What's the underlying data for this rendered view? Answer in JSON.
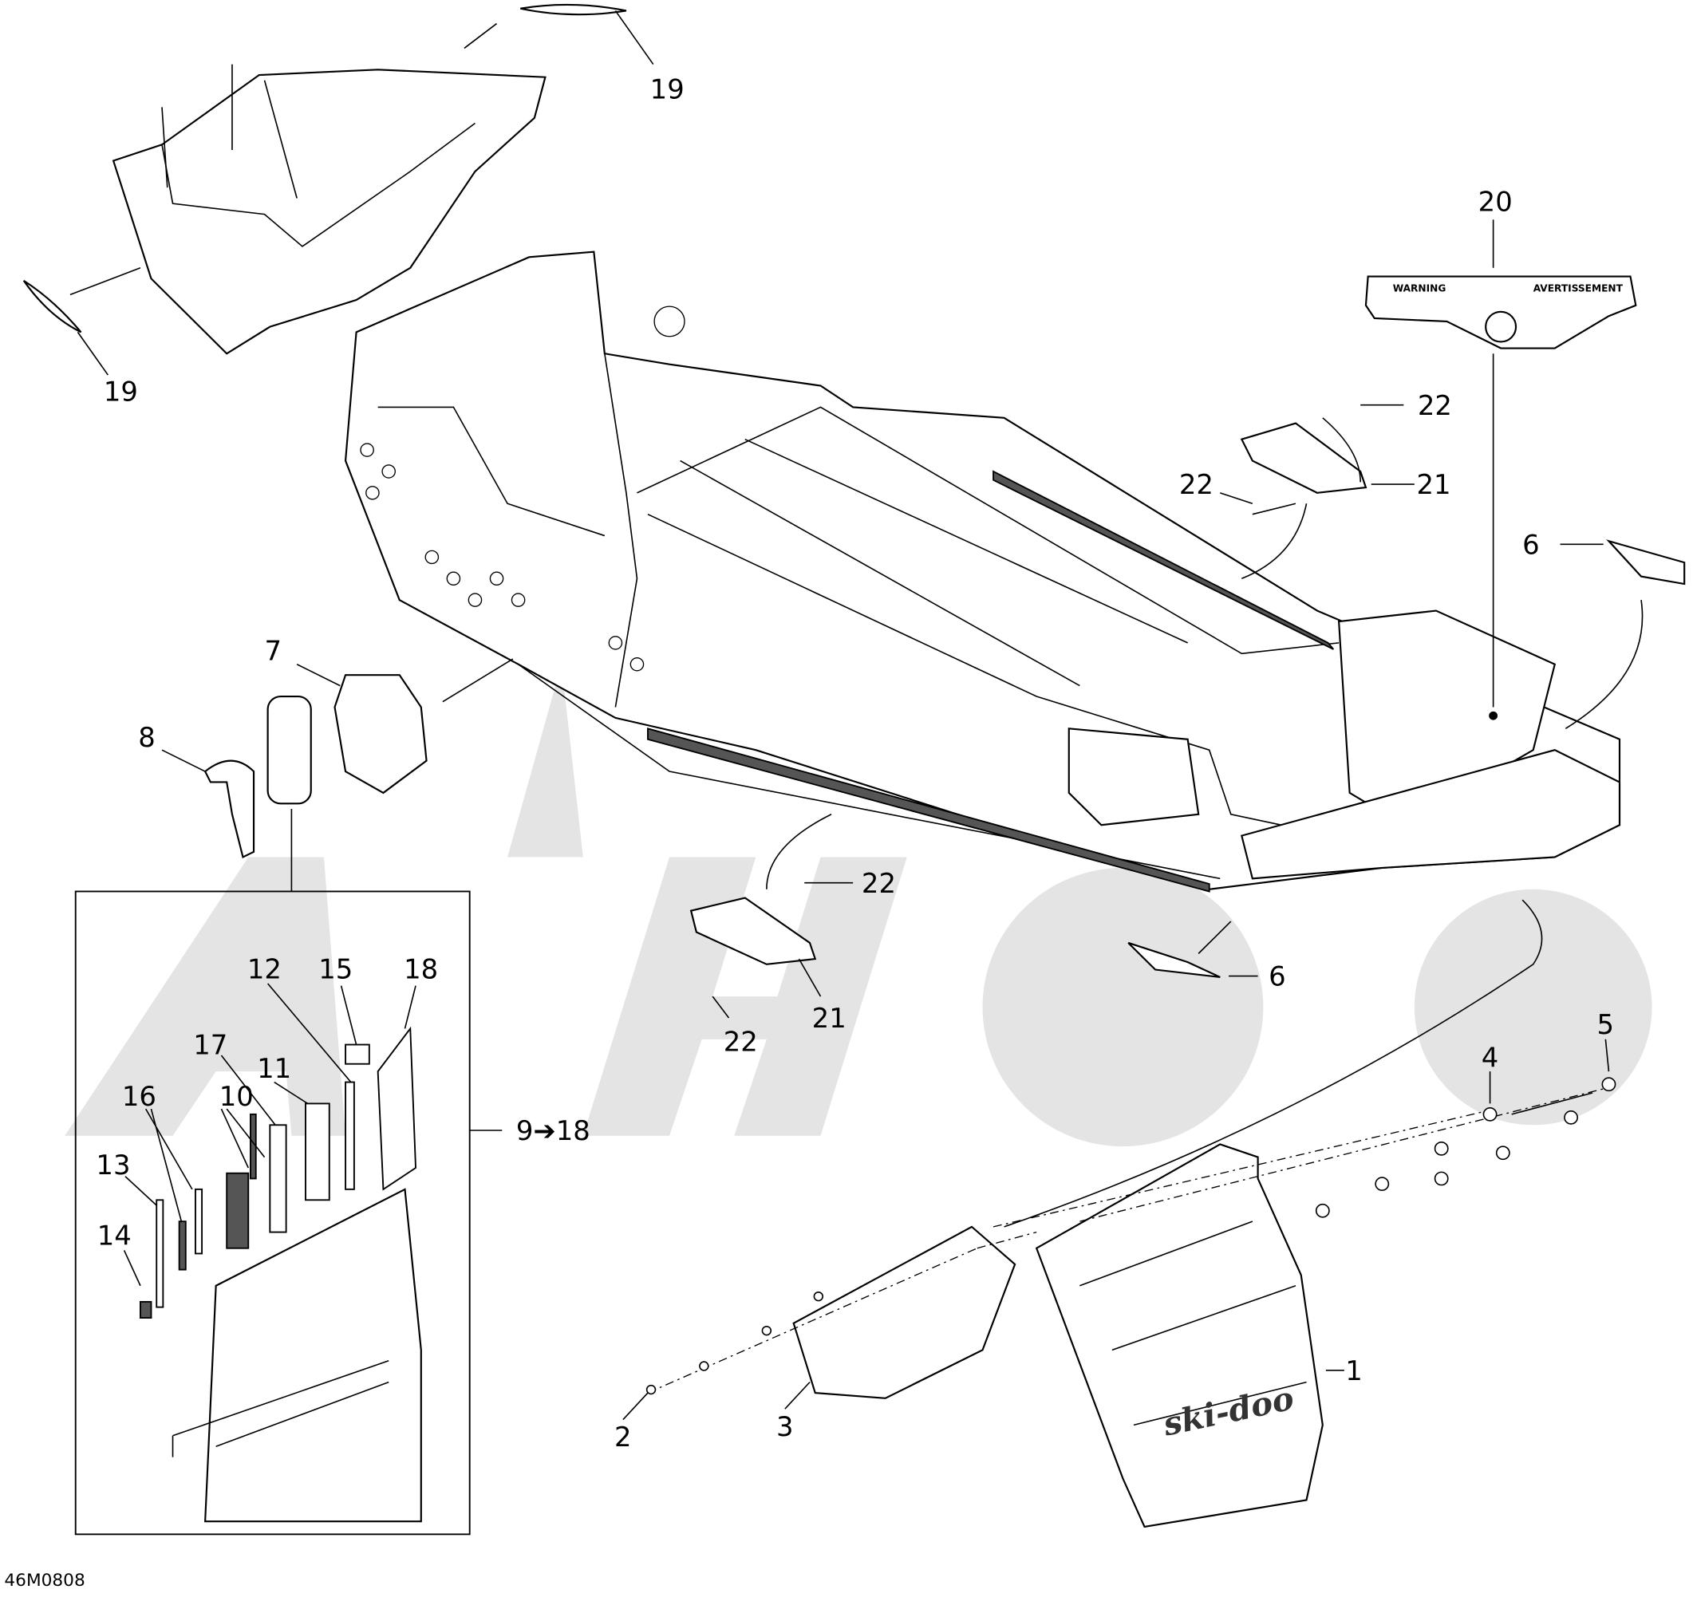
{
  "diagram": {
    "code": "46M0808",
    "callouts": {
      "c19a": "19",
      "c19b": "19",
      "c20": "20",
      "c22a": "22",
      "c22b": "22",
      "c21a": "21",
      "c6a": "6",
      "c7": "7",
      "c8": "8",
      "c22c": "22",
      "c21b": "21",
      "c22d": "22",
      "c6b": "6",
      "c12": "12",
      "c15": "15",
      "c18": "18",
      "c17": "17",
      "c10": "10",
      "c11": "11",
      "c16": "16",
      "c13": "13",
      "c14": "14",
      "c9to18": "9➔18",
      "c5": "5",
      "c4": "4",
      "c1": "1",
      "c2": "2",
      "c3": "3"
    },
    "decal": {
      "left_title": "WARNING",
      "right_title": "AVERTISSEMENT"
    },
    "flap_logo": "ski-doo"
  }
}
